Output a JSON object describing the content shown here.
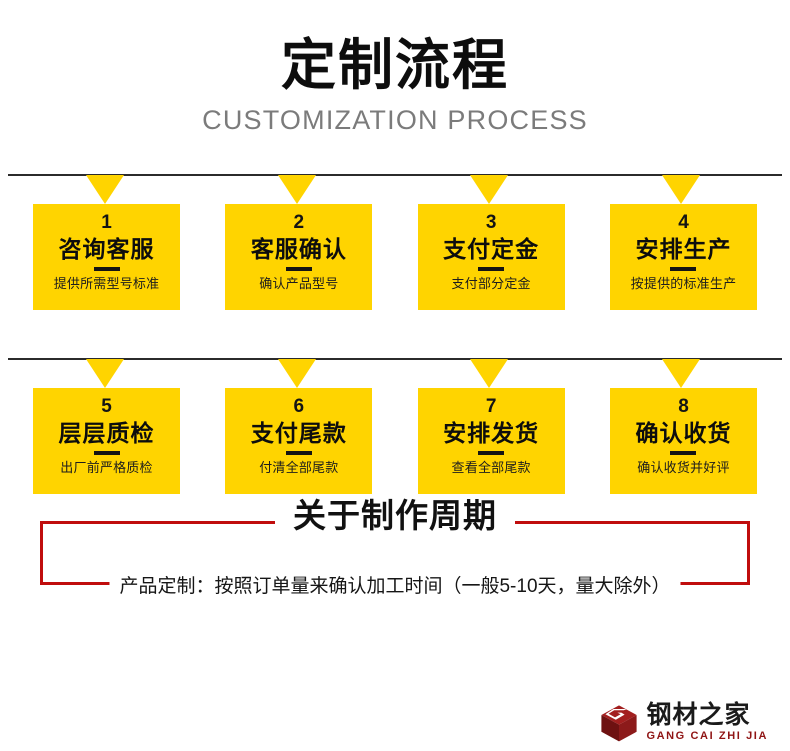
{
  "header": {
    "title": "定制流程",
    "subtitle": "CUSTOMIZATION PROCESS"
  },
  "colors": {
    "card_yellow": "#FFD400",
    "rule_dark": "#2b2b2b",
    "note_red": "#c00d0d",
    "logo_red": "#8f1414"
  },
  "rows": [
    {
      "steps": [
        {
          "num": "1",
          "title": "咨询客服",
          "desc": "提供所需型号标准"
        },
        {
          "num": "2",
          "title": "客服确认",
          "desc": "确认产品型号"
        },
        {
          "num": "3",
          "title": "支付定金",
          "desc": "支付部分定金"
        },
        {
          "num": "4",
          "title": "安排生产",
          "desc": "按提供的标准生产"
        }
      ]
    },
    {
      "steps": [
        {
          "num": "5",
          "title": "层层质检",
          "desc": "出厂前严格质检"
        },
        {
          "num": "6",
          "title": "支付尾款",
          "desc": "付清全部尾款"
        },
        {
          "num": "7",
          "title": "安排发货",
          "desc": "查看全部尾款"
        },
        {
          "num": "8",
          "title": "确认收货",
          "desc": "确认收货并好评"
        }
      ]
    }
  ],
  "cycle": {
    "title": "关于制作周期",
    "text": "产品定制：按照订单量来确认加工时间（一般5-10天，量大除外）"
  },
  "footer": {
    "logo_icon": "cube-logo-icon",
    "brand_cn": "钢材之家",
    "brand_en": "GANG CAI ZHI JIA"
  }
}
